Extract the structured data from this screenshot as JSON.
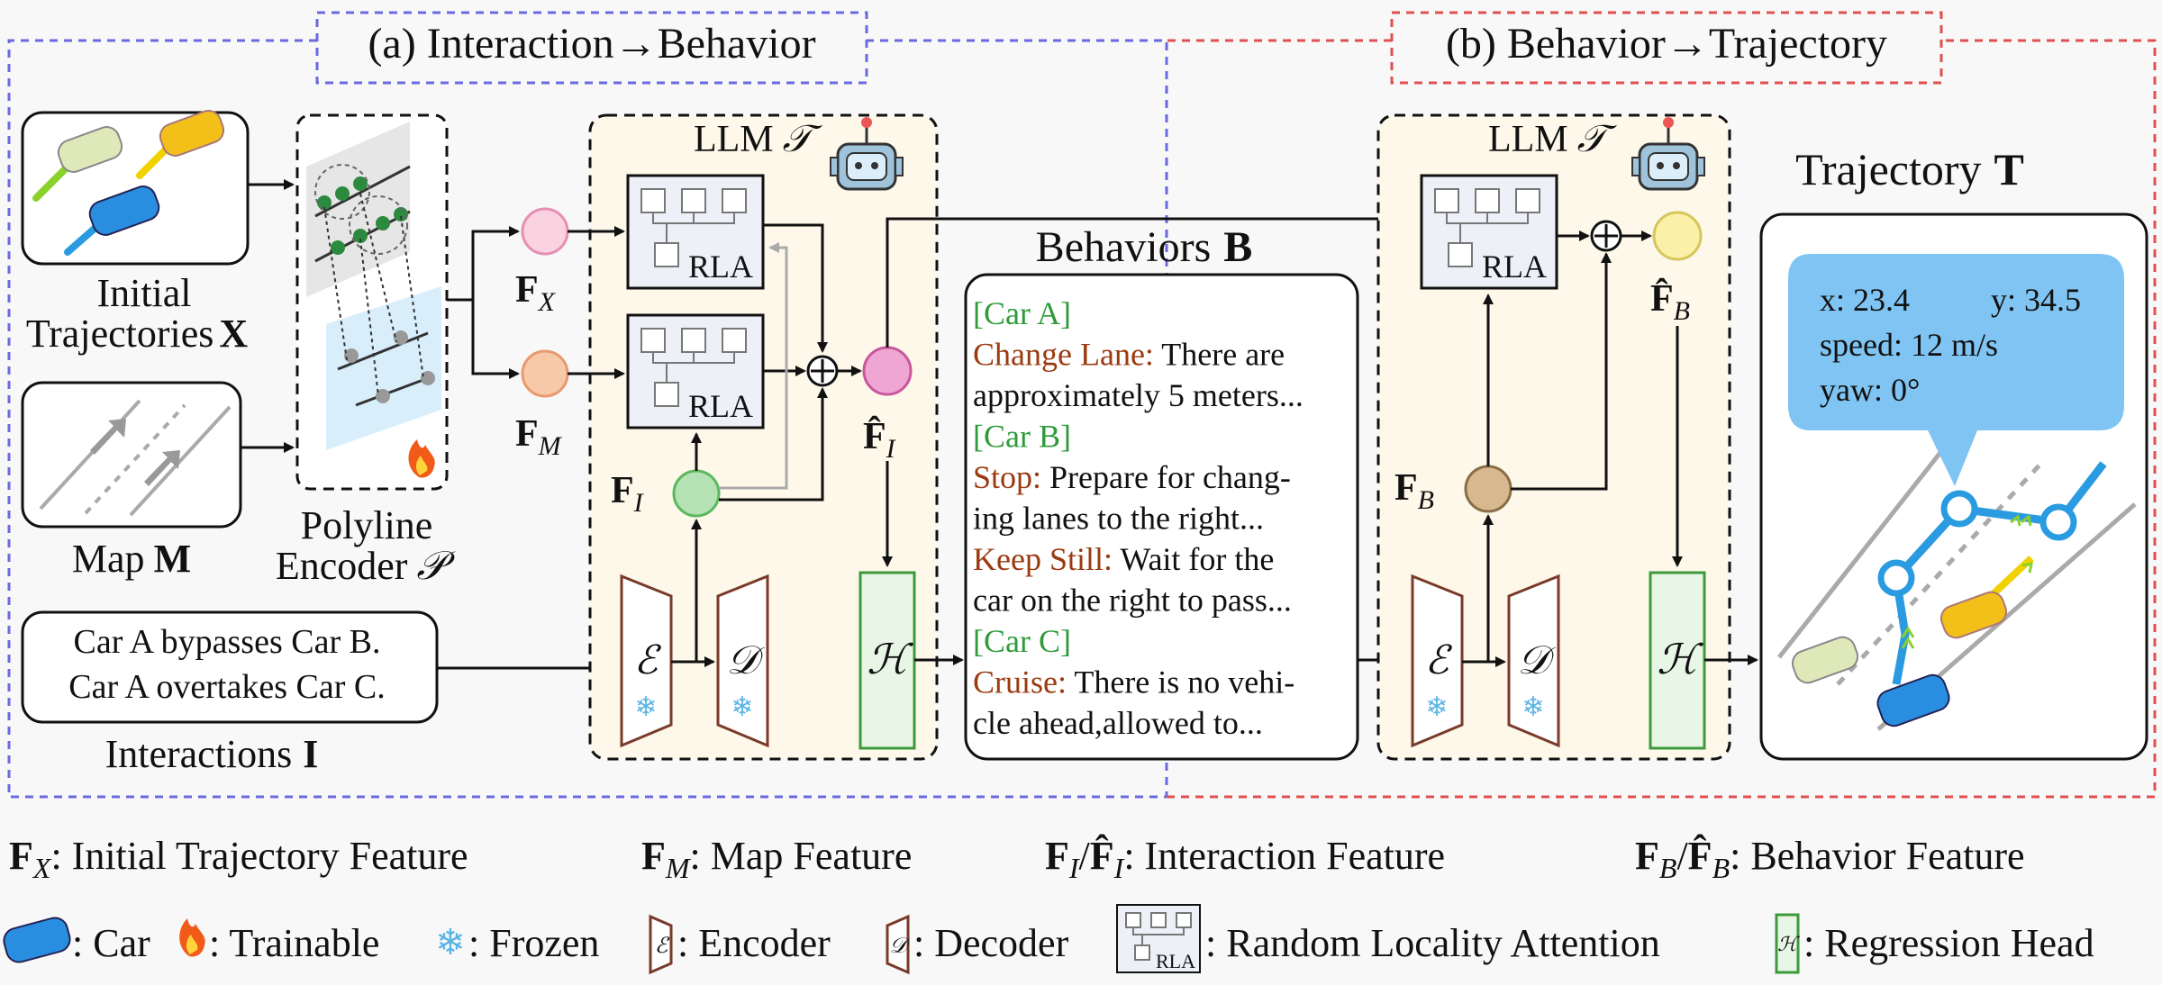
{
  "panels": {
    "a_title": "(a) Interaction→Behavior",
    "b_title": "(b) Behavior→Trajectory"
  },
  "inputs": {
    "initial_traj_line1": "Initial",
    "initial_traj_line2": "Trajectories",
    "initial_traj_symbol": "X",
    "map_label": "Map",
    "map_symbol": "M",
    "polyline_line1": "Polyline",
    "polyline_line2": "Encoder",
    "polyline_symbol": "𝒫",
    "interaction_line1": "Car A bypasses Car B.",
    "interaction_line2": "Car A overtakes Car C.",
    "interactions_label": "Interactions",
    "interactions_symbol": "I"
  },
  "llm": {
    "label": "LLM",
    "symbol": "𝒯",
    "rla": "RLA",
    "encoder_glyph": "ℰ",
    "decoder_glyph": "𝒟",
    "head_glyph": "ℋ"
  },
  "features": {
    "F": "F",
    "sub_x": "X",
    "sub_m": "M",
    "sub_i": "I",
    "sub_b": "B",
    "hat_f": "F̂"
  },
  "behaviors": {
    "title": "Behaviors",
    "symbol": "B",
    "lines": [
      {
        "text": "[Car A]",
        "color": "#2e9b3a"
      },
      {
        "key": "Change Lane:",
        "text": " There are"
      },
      {
        "text": "approximately 5 meters..."
      },
      {
        "text": "[Car B]",
        "color": "#2e9b3a"
      },
      {
        "key": "Stop:",
        "text": " Prepare for chang-"
      },
      {
        "text": "ing lanes to the right..."
      },
      {
        "key": "Keep Still:",
        "text": " Wait for the"
      },
      {
        "text": "car on the right to pass..."
      },
      {
        "text": "[Car C]",
        "color": "#2e9b3a"
      },
      {
        "key": "Cruise:",
        "text": " There is no vehi-"
      },
      {
        "text": "cle ahead,allowed to..."
      }
    ]
  },
  "trajectory": {
    "title": "Trajectory",
    "symbol": "T",
    "x": "x: 23.4",
    "y": "y: 34.5",
    "speed": "speed: 12 m/s",
    "yaw": "yaw: 0°"
  },
  "legend": {
    "row1": [
      {
        "sym": "F",
        "sub": "X",
        "text": ": Initial Trajectory Feature"
      },
      {
        "sym": "F",
        "sub": "M",
        "text": ": Map Feature"
      },
      {
        "sym": "F",
        "sub": "I",
        "text": ": Interaction Feature"
      },
      {
        "sym": "F",
        "sub": "B",
        "text": ": Behavior Feature"
      }
    ],
    "row2": {
      "car": ": Car",
      "trainable": ": Trainable",
      "frozen": ": Frozen",
      "encoder": ": Encoder",
      "decoder": ": Decoder",
      "rla": ": Random Locality Attention",
      "head": ": Regression Head"
    }
  },
  "colors": {
    "panel_a_border": "#6a6ae0",
    "panel_b_border": "#e05050",
    "llm_bg": "#fdf8ea",
    "fx": "#fbd3e0",
    "fm": "#f8c9a8",
    "fi": "#b5e2b5",
    "fi_hat": "#f0a6d3",
    "fb": "#d8b98f",
    "fb_hat": "#fbf0a8",
    "key_text": "#9a3a10",
    "car_tag": "#2e9b3a",
    "traj_blue": "#2a9be0",
    "bubble": "#7fc4f2"
  }
}
